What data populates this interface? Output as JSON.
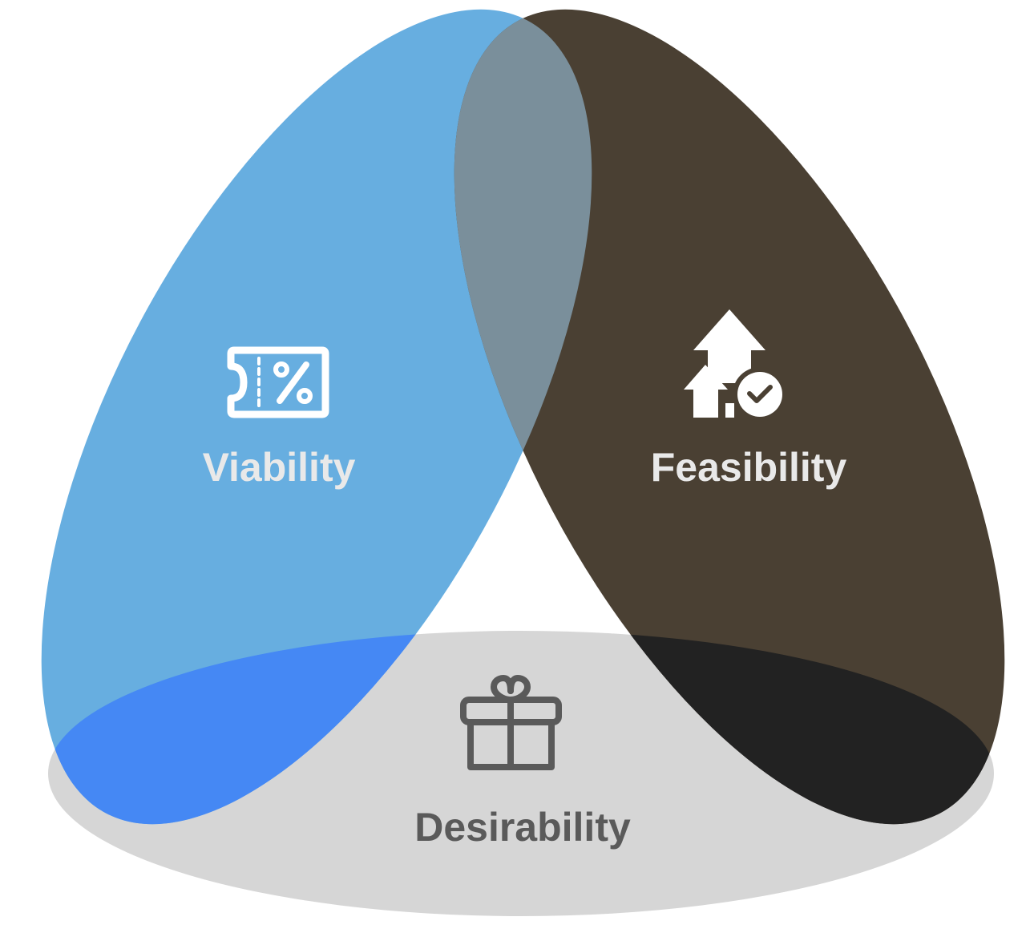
{
  "diagram": {
    "sets": [
      {
        "id": "viability",
        "label": "Viability",
        "icon": "percent-ticket-icon",
        "color": "#67AEE0",
        "label_color": "#E9E9E9"
      },
      {
        "id": "feasibility",
        "label": "Feasibility",
        "icon": "growth-arrows-check-icon",
        "color": "#4A4033",
        "label_color": "#E9E9E9"
      },
      {
        "id": "desirability",
        "label": "Desirability",
        "icon": "gift-icon",
        "color": "#D6D6D6",
        "label_color": "#5A5A5A"
      }
    ],
    "overlap_colors": {
      "viability_feasibility": "#7A8F9B",
      "viability_desirability": "#4588F4",
      "feasibility_desirability": "#222222"
    }
  }
}
